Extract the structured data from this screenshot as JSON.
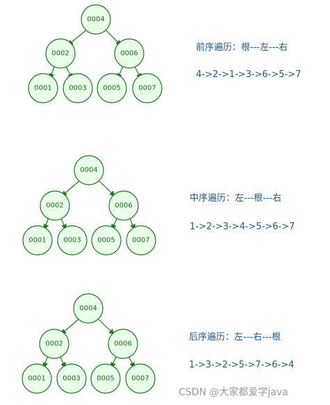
{
  "trees": [
    {
      "title": "前序遍历：根---左---右",
      "sequence": "4->2->1->3->6->5->7",
      "nodes": {
        "root": "0004",
        "left": "0002",
        "right": "0006",
        "left_left": "0001",
        "left_right": "0003",
        "right_left": "0005",
        "right_right": "0007"
      }
    },
    {
      "title": "中序遍历：左---根---右",
      "sequence": "1->2->3->4->5->6->7",
      "nodes": {
        "root": "0004",
        "left": "0002",
        "right": "0006",
        "left_left": "0001",
        "left_right": "0003",
        "right_left": "0005",
        "right_right": "0007"
      }
    },
    {
      "title": "后序遍历：左---右---根",
      "sequence": "1->3->2->5->7->6->4",
      "nodes": {
        "root": "0004",
        "left": "0002",
        "right": "0006",
        "left_left": "0001",
        "left_right": "0003",
        "right_left": "0005",
        "right_right": "0007"
      }
    }
  ],
  "watermark": "CSDN @大家都爱学java",
  "colors": {
    "node_fill": "#eaffea",
    "node_stroke": "#1a7a1a",
    "node_text": "#1a6e1a",
    "edge": "#1a7a1a",
    "description_text": "#1f5a8c",
    "watermark_text": "#9a9a9a"
  }
}
